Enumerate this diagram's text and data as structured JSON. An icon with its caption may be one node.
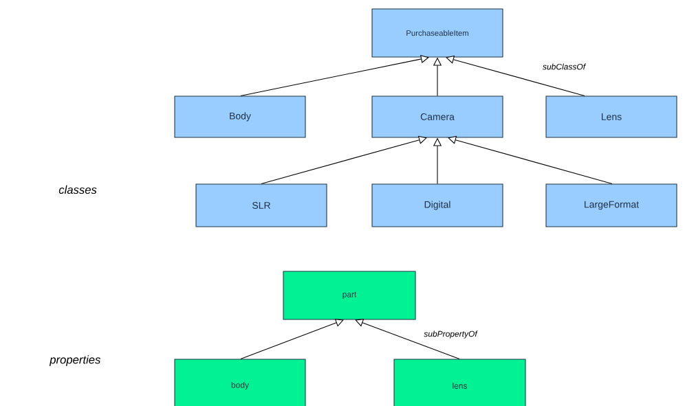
{
  "diagram": {
    "nodes": [
      {
        "text": [
          "PurchaseableItem"
        ]
      },
      {
        "text": [
          "Body"
        ]
      },
      {
        "text": [
          "Camera"
        ]
      },
      {
        "text": [
          "Lens"
        ]
      },
      {
        "text": [
          "SLR"
        ]
      },
      {
        "text": [
          "Digital"
        ]
      },
      {
        "text": [
          "LargeFormat"
        ]
      },
      {
        "text": [
          "part"
        ]
      },
      {
        "text": [
          "body"
        ]
      },
      {
        "text": [
          "lens"
        ]
      }
    ],
    "edges": [
      {
        "from": 1,
        "to": 0,
        "arrow": "to"
      },
      {
        "from": 2,
        "to": 0,
        "arrow": "to"
      },
      {
        "from": 3,
        "to": 0,
        "arrow": "to",
        "label": "subClassOf"
      },
      {
        "from": 4,
        "to": 2,
        "arrow": "to"
      },
      {
        "from": 5,
        "to": 2,
        "arrow": "to"
      },
      {
        "from": 6,
        "to": 2,
        "arrow": "to"
      },
      {
        "from": 8,
        "to": 7,
        "arrow": "to"
      },
      {
        "from": 9,
        "to": 7,
        "arrow": "to",
        "label": "subPropertyOf"
      }
    ],
    "labels": [
      "classes",
      "properties"
    ]
  }
}
